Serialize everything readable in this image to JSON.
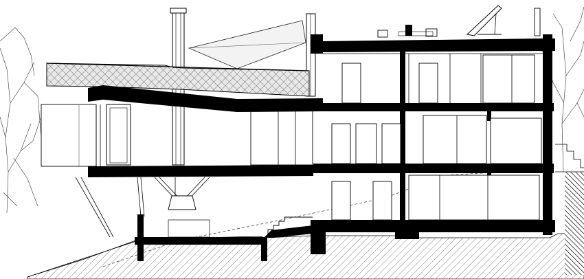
{
  "drawing": {
    "kind": "architectural-section",
    "text_labels": [],
    "elements": [
      "ground-hatch",
      "upper-terrace",
      "roof-deck",
      "lattice-railing",
      "chimney",
      "sail-canopy",
      "solar-panel",
      "stair",
      "trees"
    ]
  }
}
